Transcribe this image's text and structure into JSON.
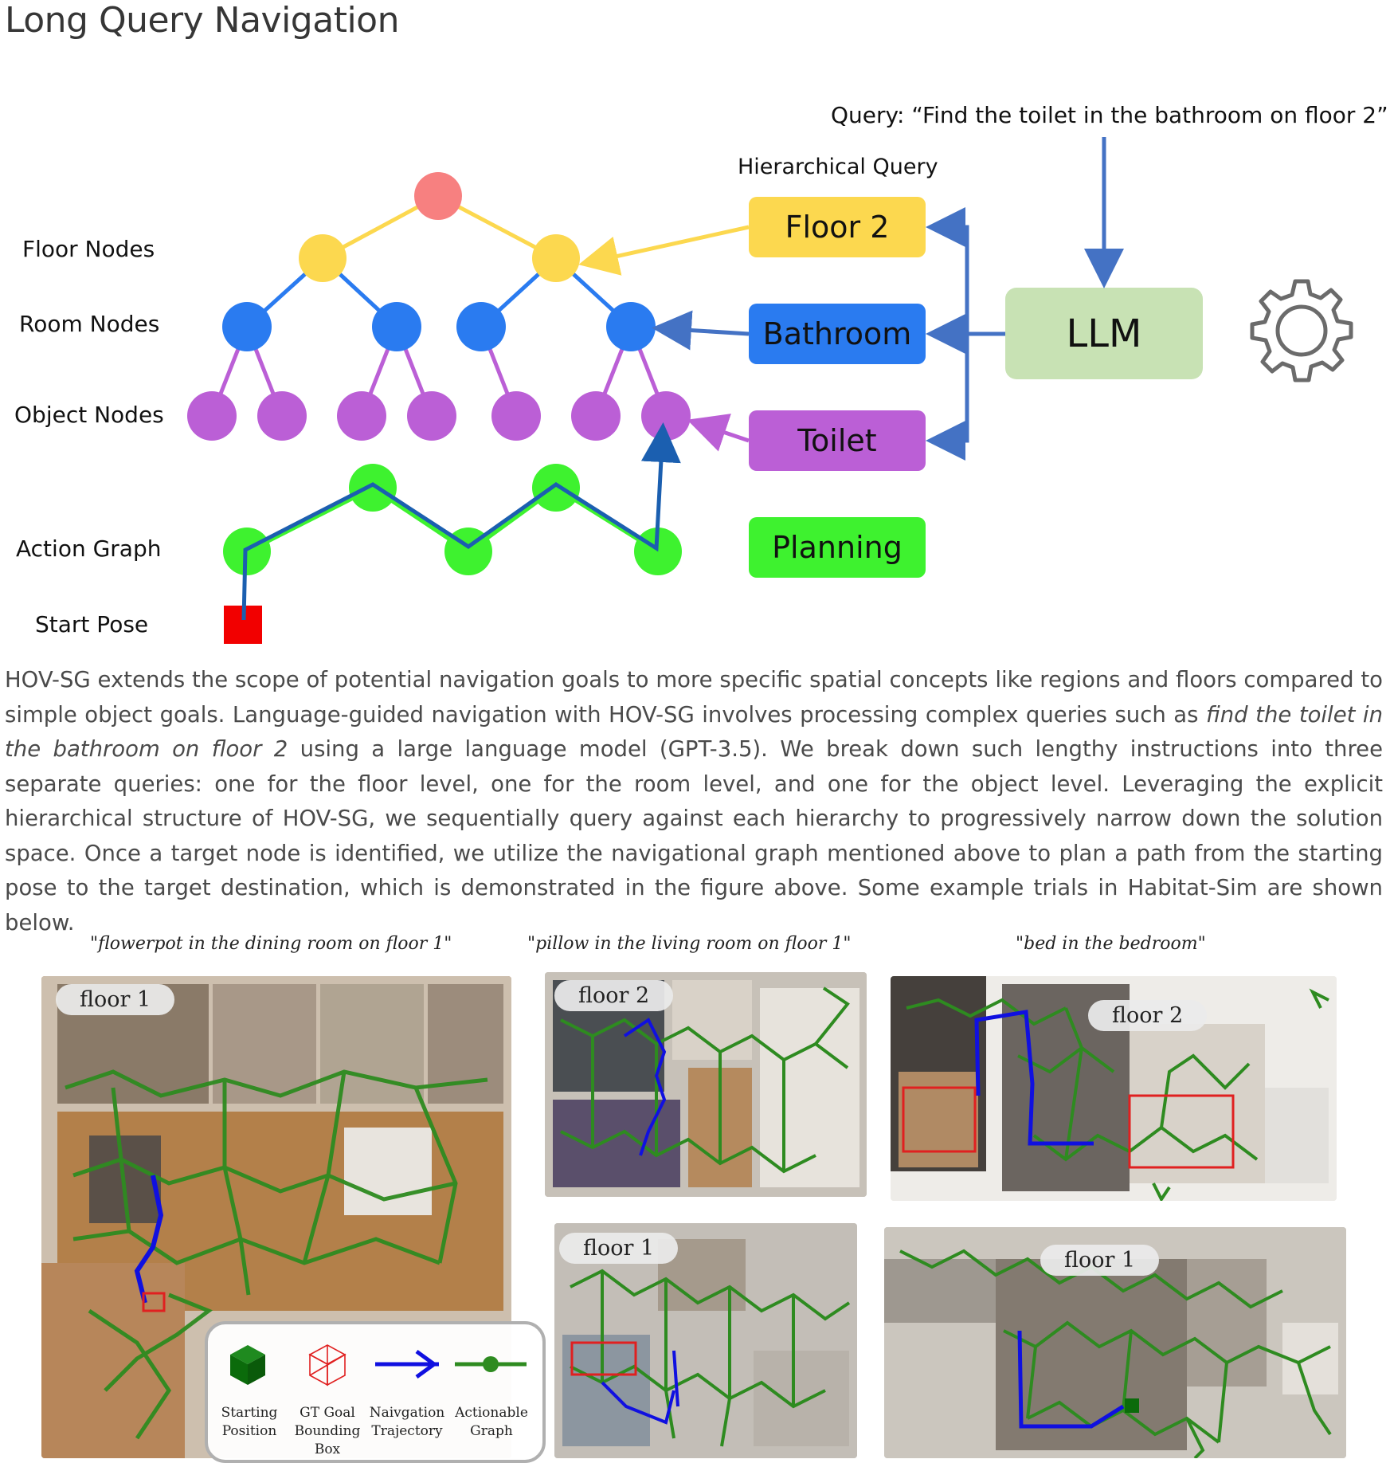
{
  "page": {
    "title": "Long Query Navigation"
  },
  "diagram": {
    "query_text": "Query: “Find the toilet in the bathroom on floor 2”",
    "hierarchical_query_label": "Hierarchical Query",
    "row_labels": {
      "floor": "Floor Nodes",
      "room": "Room Nodes",
      "object": "Object Nodes",
      "action": "Action Graph",
      "start": "Start Pose"
    },
    "boxes": {
      "floor": "Floor 2",
      "room": "Bathroom",
      "object": "Toilet",
      "planning": "Planning",
      "llm": "LLM"
    },
    "colors": {
      "root": "#f78080",
      "floor": "#fcd84f",
      "room": "#2a7bf0",
      "object": "#bb5fd6",
      "action": "#3ef22f",
      "llm": "#c8e2b4",
      "start": "#f20000",
      "path": "#1b5fb0",
      "arrow": "#4472c4"
    },
    "icons": [
      "gear-icon"
    ]
  },
  "paragraph": {
    "part1": "HOV-SG extends the scope of potential navigation goals to more specific spatial concepts like regions and floors compared to simple object goals. Language-guided navigation with HOV-SG involves processing complex queries such as ",
    "query_italic": "find the toilet in the bathroom on floor 2",
    "part2": " using a large language model (GPT-3.5). We break down such lengthy instructions into three separate queries: one for the floor level, one for the room level, and one for the object level. Leveraging the explicit hierarchical structure of HOV-SG, we sequentially query against each hierarchy to progressively narrow down the solution space. Once a target node is identified, we utilize the navigational graph mentioned above to plan a path from the starting pose to the target destination, which is demonstrated in the figure above. Some example trials in Habitat-Sim are shown below."
  },
  "examples": {
    "captions": [
      "\"flowerpot in the dining room on floor 1\"",
      "\"pillow in the living room on floor 1\"",
      "\"bed in the bedroom\""
    ],
    "floor_tags": {
      "left": "floor 1",
      "middle_top": "floor 2",
      "middle_bottom": "floor 1",
      "right_top": "floor 2",
      "right_bottom": "floor 1"
    },
    "legend": {
      "start": "Starting Position",
      "goal": "GT Goal Bounding Box",
      "traj": "Naivgation Trajectory",
      "graph": "Actionable Graph"
    },
    "colors": {
      "graph": "#2e8b20",
      "trajectory": "#1010e0",
      "goal_box": "#e02020",
      "start_cube": "#0b6b0b"
    }
  }
}
